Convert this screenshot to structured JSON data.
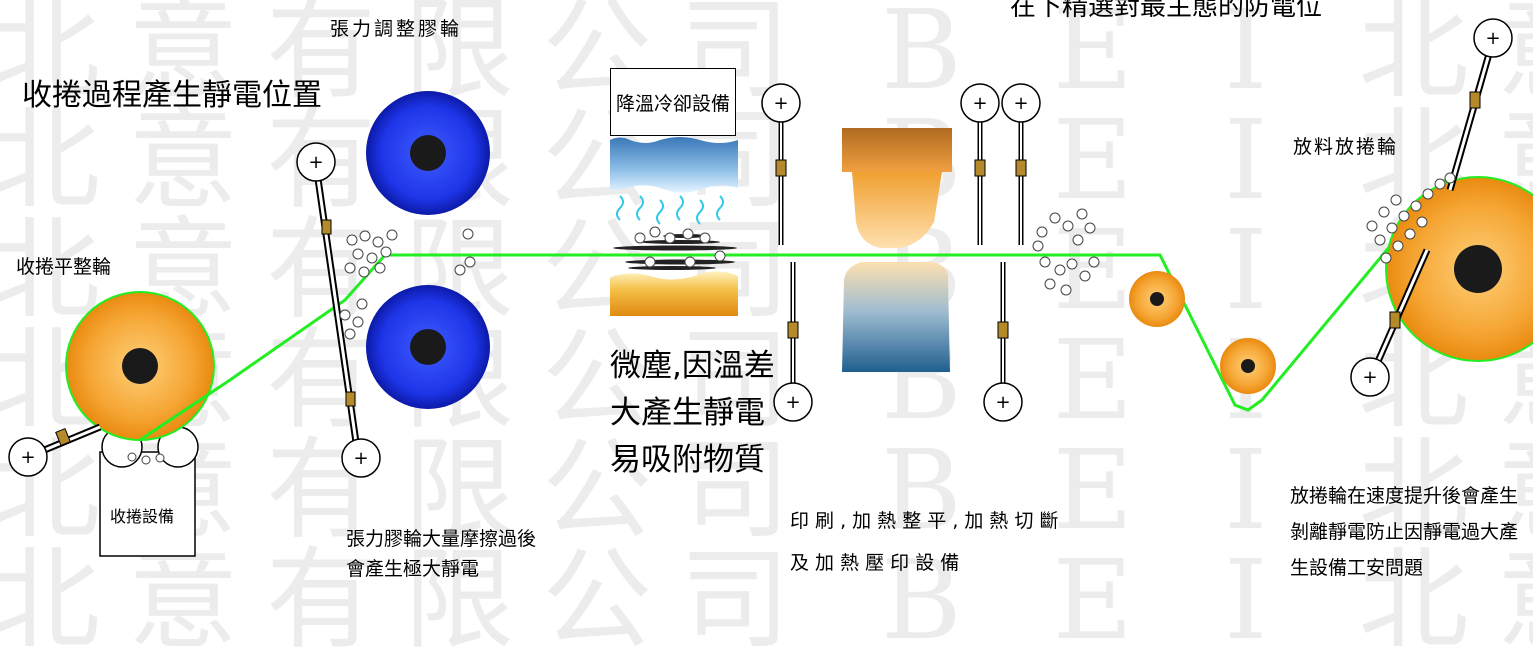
{
  "watermark": {
    "rows": [
      "北意有限公司 B E I 北意有限公司 B E",
      "北意有限公司 B E I 北意有限公司 B E",
      "北意有限公司 B E I 北意有限公司 B E",
      "北意有限公司 B E I 北意有限公司 B E",
      "北意有限公司 B E I 北意有限公司 B E",
      "北意有限公司 B E I 北意有限公司 B E"
    ]
  },
  "labels": {
    "top_title": "在下精選對最主態的防電位",
    "main_title": "收捲過程產生靜電位置",
    "tension_roller": "張力調整膠輪",
    "cooling_equipment": "降溫冷卻設備",
    "rewind_flatten_roller": "收捲平整輪",
    "rewind_equipment": "收捲設備",
    "unwind_roller": "放料放捲輪",
    "tension_note": [
      "張力膠輪大量摩擦過後",
      "會產生極大靜電"
    ],
    "dust_note": [
      "微塵,因溫差",
      "大產生靜電",
      "易吸附物質"
    ],
    "print_note": [
      "印 刷 , 加 熱 整 平 , 加 熱 切 斷",
      "及 加 熱 壓 印 設 備"
    ],
    "unwind_note": [
      "放捲輪在速度提升後會產生",
      "剝離靜電防止因靜電過大產",
      "生設備工安問題"
    ]
  },
  "colors": {
    "web_line": "#22ee22",
    "orange_roll": "#f5a533",
    "blue_roller": "#1e35e8",
    "core": "#1a1a1a"
  }
}
